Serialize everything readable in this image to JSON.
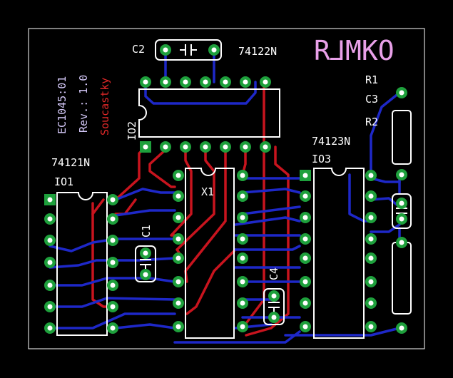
{
  "labels": {
    "c2": "C2",
    "ic2_part": "74122N",
    "brand": "R⅃MKO",
    "r1": "R1",
    "c3": "C3",
    "r2": "R2",
    "ic3_part": "74123N",
    "ic3": "IO3",
    "ic2": "IO2",
    "ic1_part": "74121N",
    "ic1": "IO1",
    "x1": "X1",
    "c1": "C1",
    "c4": "C4",
    "doc_code": "EC1045:01",
    "revision": "Rev.: 1.0",
    "parts_note": "Soucastky"
  },
  "colors": {
    "background": "#000000",
    "outline": "#ffffff",
    "top_trace": "#c8141e",
    "bottom_trace": "#1e28c8",
    "pad": "#1ea03c",
    "drill": "#ffffff",
    "silk": "#ffffff",
    "brand": "#e8a0e8",
    "doc_text": "#d4c8f8",
    "parts_note": "#e02828"
  }
}
